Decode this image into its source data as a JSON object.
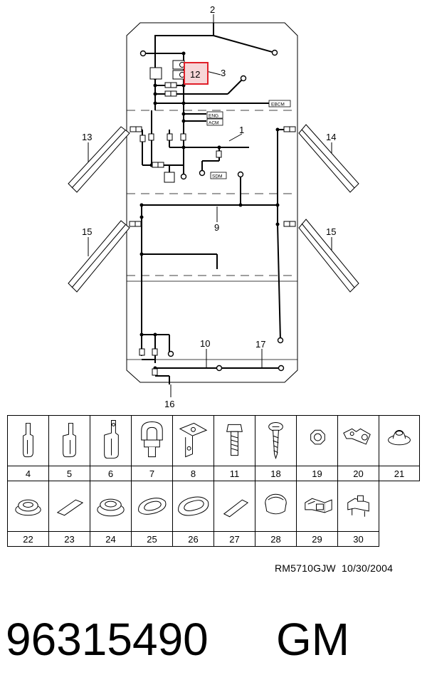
{
  "diagram": {
    "callouts": [
      "1",
      "2",
      "3",
      "9",
      "10",
      "12",
      "13",
      "14",
      "15",
      "15",
      "16",
      "17"
    ],
    "connector_tags": [
      "EBCM",
      "ENG",
      "ACM",
      "SDM"
    ],
    "highlight_color": "#e0202a"
  },
  "parts": [
    {
      "num": "4",
      "icon": "clip-bracket-icon"
    },
    {
      "num": "5",
      "icon": "clip-bracket-icon"
    },
    {
      "num": "6",
      "icon": "clip-bracket-icon"
    },
    {
      "num": "7",
      "icon": "harness-clip-icon"
    },
    {
      "num": "8",
      "icon": "angle-bracket-icon"
    },
    {
      "num": "11",
      "icon": "bolt-icon"
    },
    {
      "num": "18",
      "icon": "screw-icon"
    },
    {
      "num": "19",
      "icon": "nut-icon"
    },
    {
      "num": "20",
      "icon": "ground-terminal-icon"
    },
    {
      "num": "21",
      "icon": "plug-icon"
    },
    {
      "num": "22",
      "icon": "grommet-icon"
    },
    {
      "num": "23",
      "icon": "tape-icon"
    },
    {
      "num": "24",
      "icon": "grommet-icon"
    },
    {
      "num": "25",
      "icon": "oval-grommet-icon"
    },
    {
      "num": "26",
      "icon": "oval-grommet-icon"
    },
    {
      "num": "27",
      "icon": "tape-icon"
    },
    {
      "num": "28",
      "icon": "cap-icon"
    },
    {
      "num": "29",
      "icon": "connector-icon"
    },
    {
      "num": "30",
      "icon": "connector-icon"
    }
  ],
  "footer": {
    "doc_ref": "RM5710GJW  10/30/2004",
    "part_number": "96315490",
    "brand": "GM"
  }
}
